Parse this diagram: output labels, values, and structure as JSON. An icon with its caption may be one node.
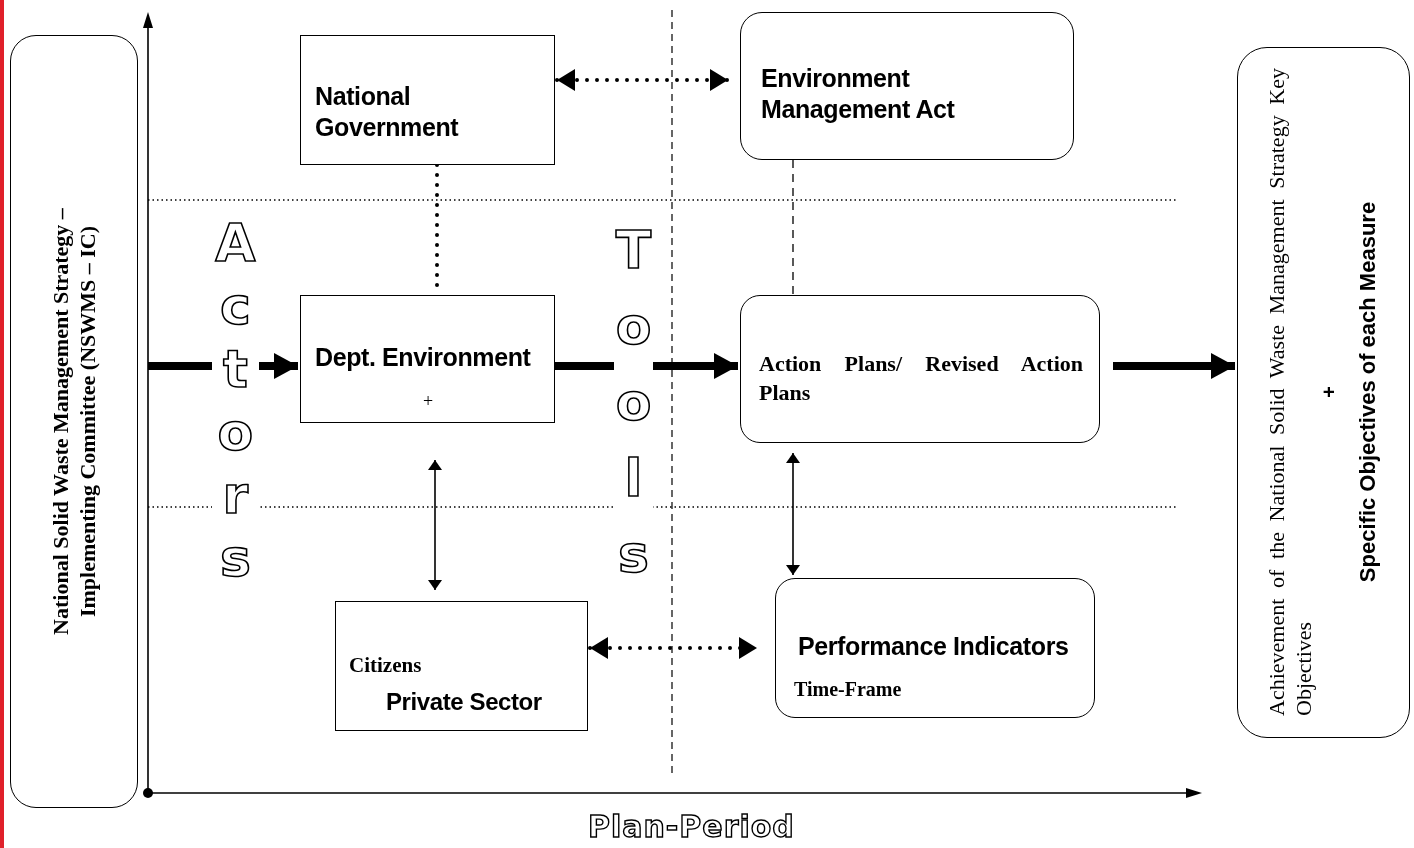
{
  "diagram": {
    "nodes": [
      {
        "text": [
          "National Solid Waste Management Strategy – Implementing Committee (NSWMS – IC)"
        ]
      },
      {
        "text": [
          "National Government"
        ]
      },
      {
        "text": [
          "Environment Management Act"
        ]
      },
      {
        "text": [
          "Dept. Environment",
          "+"
        ]
      },
      {
        "text": [
          "Action Plans/ Revised Action Plans"
        ]
      },
      {
        "text": [
          "Citizens",
          "Private Sector"
        ]
      },
      {
        "text": [
          "Performance Indicators",
          "Time-Frame"
        ]
      },
      {
        "text": [
          "Achievement of the National Solid Waste Management Strategy Key Objectives",
          "+",
          "Specific Objectives of each Measure"
        ]
      }
    ],
    "edges": [
      {
        "from": 0,
        "to": 3,
        "arrow": "to",
        "style": "thick"
      },
      {
        "from": 3,
        "to": 4,
        "arrow": "to",
        "style": "thick"
      },
      {
        "from": 4,
        "to": 7,
        "arrow": "to",
        "style": "thick"
      },
      {
        "from": 1,
        "to": 2,
        "arrow": "both",
        "style": "dashed"
      },
      {
        "from": 5,
        "to": 6,
        "arrow": "both",
        "style": "dashed"
      },
      {
        "from": 1,
        "to": 3,
        "arrow": "none",
        "style": "dashed"
      },
      {
        "from": 2,
        "to": 4,
        "arrow": "none",
        "style": "dashed"
      },
      {
        "from": 3,
        "to": 5,
        "arrow": "both"
      },
      {
        "from": 4,
        "to": 6,
        "arrow": "both"
      }
    ],
    "labels": [
      "Actors",
      "Tools",
      "Plan-Period"
    ]
  }
}
